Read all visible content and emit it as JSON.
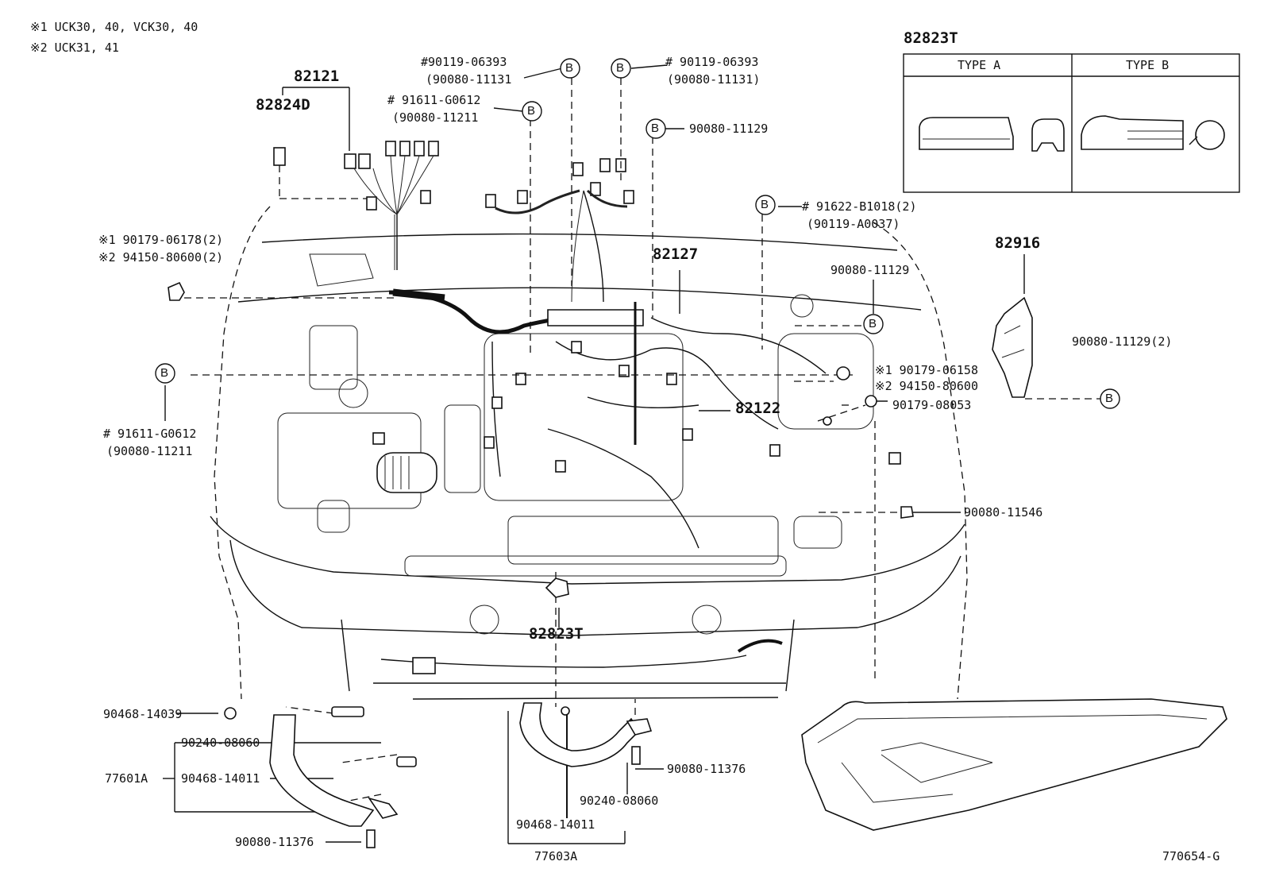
{
  "notes": [
    {
      "mark": "※1",
      "text": "UCK30, 40, VCK30, 40"
    },
    {
      "mark": "※2",
      "text": "UCK31, 41"
    }
  ],
  "b_marker": "B",
  "legend": {
    "part": "82823T",
    "type_a": "TYPE   A",
    "type_b": "TYPE   B"
  },
  "callouts": {
    "c82121": "82121",
    "c82824D": "82824D",
    "c82127": "82127",
    "c82122": "82122",
    "c82916": "82916",
    "c82823T": "82823T",
    "c77601A": "77601A",
    "c77603A": "77603A",
    "p91611_top": "# 91611-G0612",
    "p91611_top_alt": "(90080-11211",
    "p90119_l": "#90119-06393",
    "p90119_l_alt": "(90080-11131",
    "p90119_r": "# 90119-06393",
    "p90119_r_alt": "(90080-11131)",
    "p90080_11129_top": "90080-11129",
    "p91622": "# 91622-B1018(2)",
    "p91622_alt": "(90119-A0037)",
    "p90080_11129_mid": "90080-11129",
    "p90080_11129_2": "90080-11129(2)",
    "p90179_06178": "※1  90179-06178(2)",
    "p94150_80600_2": "※2  94150-80600(2)",
    "p90179_06158": "※1 90179-06158",
    "p94150_80600": "※2 94150-80600",
    "p90179_08053": "90179-08053",
    "p91611_left": "# 91611-G0612",
    "p91611_left_alt": "(90080-11211",
    "p90080_11546": "90080-11546",
    "p90468_14039": "90468-14039",
    "p90240_08060_l": "90240-08060",
    "p90468_14011_l": "90468-14011",
    "p90080_11376_l": "90080-11376",
    "p90080_11376_r": "90080-11376",
    "p90240_08060_r": "90240-08060",
    "p90468_14011_r": "90468-14011",
    "drawing_no": "770654-G"
  }
}
